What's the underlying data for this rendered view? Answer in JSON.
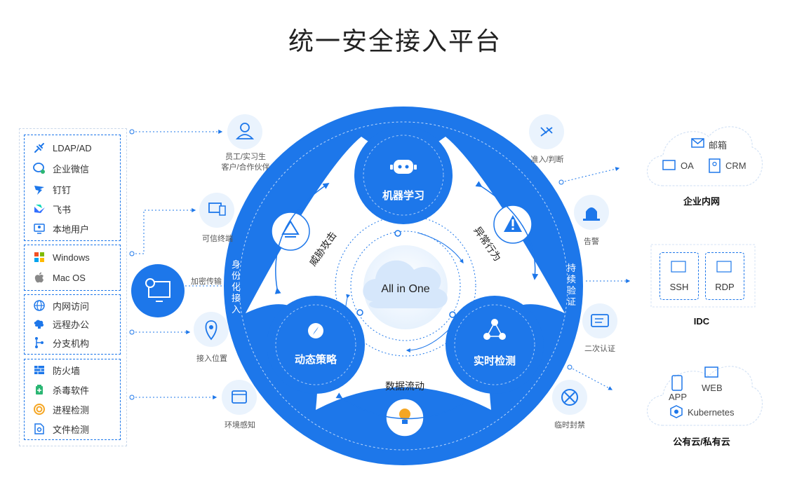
{
  "title": "统一安全接入平台",
  "left_panel": {
    "group1": [
      {
        "label": "LDAP/AD",
        "icon": "plug-icon"
      },
      {
        "label": "企业微信",
        "icon": "wecom-icon"
      },
      {
        "label": "钉钉",
        "icon": "dingtalk-icon"
      },
      {
        "label": "飞书",
        "icon": "feishu-icon"
      },
      {
        "label": "本地用户",
        "icon": "local-user-icon"
      }
    ],
    "group2": [
      {
        "label": "Windows",
        "icon": "windows-icon"
      },
      {
        "label": "Mac OS",
        "icon": "apple-icon"
      }
    ],
    "group3": [
      {
        "label": "内网访问",
        "icon": "globe-icon"
      },
      {
        "label": "远程办公",
        "icon": "cloud-monitor-icon"
      },
      {
        "label": "分支机构",
        "icon": "branch-icon"
      }
    ],
    "group4": [
      {
        "label": "防火墙",
        "icon": "firewall-icon"
      },
      {
        "label": "杀毒软件",
        "icon": "antivirus-icon"
      },
      {
        "label": "进程检测",
        "icon": "process-icon"
      },
      {
        "label": "文件检测",
        "icon": "file-check-icon"
      }
    ]
  },
  "left_nodes": {
    "user": "员工/实习生\n客户/合作伙伴",
    "user_line1": "员工/实习生",
    "user_line2": "客户/合作伙伴",
    "terminal": "可信终端",
    "encrypt": "加密传输",
    "location": "接入位置",
    "env": "环境感知"
  },
  "ring": {
    "left_text": "身份化接入",
    "right_text": "持续验证"
  },
  "center": {
    "label": "All in One",
    "ml": "机器学习",
    "policy": "动态策略",
    "realtime": "实时检测",
    "threat": "威胁攻击",
    "abnormal": "异常行为",
    "flow": "数据流动"
  },
  "right_nodes": {
    "access": "准入/判断",
    "alert": "告警",
    "mfa": "二次认证",
    "block": "临时封禁"
  },
  "right_groups": {
    "intranet": {
      "caption": "企业内网",
      "mail": "邮箱",
      "oa": "OA",
      "crm": "CRM",
      "oa_badge": "OA"
    },
    "idc": {
      "caption": "IDC",
      "ssh": "SSH",
      "rdp": "RDP",
      "ssh_badge": "SSH",
      "rdp_badge": "RDP"
    },
    "cloud": {
      "caption": "公有云/私有云",
      "app": "APP",
      "web": "WEB",
      "k8s": "Kubernetes"
    }
  },
  "colors": {
    "primary": "#1d77ea",
    "light": "#eaf3fd",
    "line": "#1d77ea"
  }
}
